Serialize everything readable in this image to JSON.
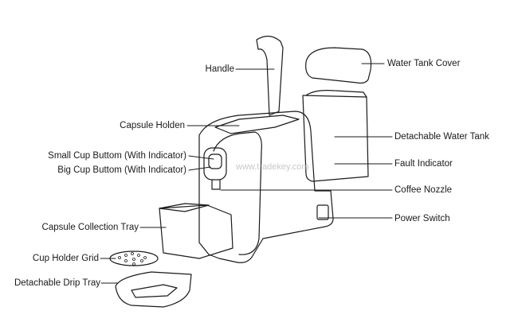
{
  "labels": {
    "handle": "Handle",
    "water_tank_cover": "Water Tank Cover",
    "capsule_holder": "Capsule Holden",
    "detachable_water_tank": "Detachable Water Tank",
    "small_cup_button": "Small Cup Buttom (With Indicator)",
    "big_cup_button": "Big Cup Buttom (With Indicator)",
    "fault_indicator": "Fault Indicator",
    "coffee_nozzle": "Coffee Nozzle",
    "capsule_collection_tray": "Capsule Collection Tray",
    "power_switch": "Power Switch",
    "cup_holder_grid": "Cup Holder Grid",
    "detachable_drip_tray": "Detachable Drip Tray"
  },
  "watermark": "www.tradekey.com",
  "colors": {
    "line": "#1a1a1a",
    "text": "#1a1a1a",
    "watermark": "#c8c8c8"
  }
}
